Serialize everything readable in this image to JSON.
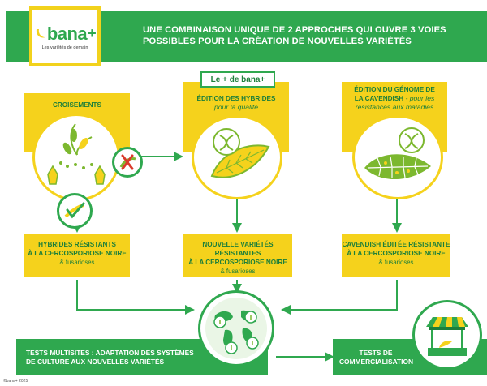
{
  "header": {
    "logo_word": "bana",
    "logo_plus": "+",
    "logo_tagline": "Les variétés de demain",
    "headline_line1": "Une combinaison unique de 2 approches qui ouvre 3 voies",
    "headline_line2": "possibles pour la création de nouvelles variétés"
  },
  "badge": {
    "label": "Le + de bana+"
  },
  "columns": [
    {
      "title": "Croisements",
      "title_italic": "",
      "result_line1": "Hybrides résistants",
      "result_line2": "à la cercosporiose noire",
      "result_line3": "& fusarioses"
    },
    {
      "title": "Édition des hybrides",
      "title_italic": "pour la qualité",
      "result_line1": "Nouvelle variétés résistantes",
      "result_line2": "à la cercosporiose noire",
      "result_line3": "& fusarioses"
    },
    {
      "title_line1": "Édition du génome de",
      "title_line2": "la Cavendish",
      "title_italic": "- pour les",
      "title_italic2": "résistances aux maladies",
      "result_line1": "Cavendish éditée résistante",
      "result_line2": "à la cercosporiose noire",
      "result_line3": "& fusarioses"
    }
  ],
  "bottom": {
    "tests_line1": "Tests multisites : adaptation des systèmes",
    "tests_line2": "de culture aux nouvelles variétés",
    "commercial_line1": "Tests de",
    "commercial_line2": "commercialisation"
  },
  "copyright": "©bana+ 2025",
  "colors": {
    "green": "#2fa84f",
    "dark_green": "#1c7f3a",
    "yellow": "#f5d21c",
    "red": "#d93a2b"
  }
}
